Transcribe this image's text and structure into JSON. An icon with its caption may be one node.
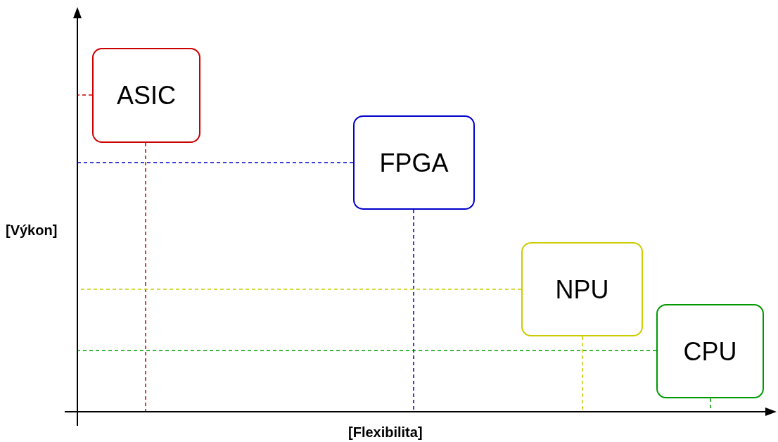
{
  "diagram": {
    "nodes": [
      {
        "text": [
          "ASIC"
        ]
      },
      {
        "text": [
          "FPGA"
        ]
      },
      {
        "text": [
          "NPU"
        ]
      },
      {
        "text": [
          "CPU"
        ]
      }
    ],
    "edges": [
      {
        "from": 0,
        "to": null,
        "arrow": "none",
        "style": "dashed",
        "color": "#cc0000"
      },
      {
        "from": 0,
        "to": null,
        "arrow": "none",
        "style": "dashed",
        "color": "#cc0000"
      },
      {
        "from": 1,
        "to": null,
        "arrow": "none",
        "style": "dashed",
        "color": "#0000cc"
      },
      {
        "from": 1,
        "to": null,
        "arrow": "none",
        "style": "dashed",
        "color": "#0000cc"
      },
      {
        "from": 2,
        "to": null,
        "arrow": "none",
        "style": "dashed",
        "color": "#cccc00"
      },
      {
        "from": 2,
        "to": null,
        "arrow": "none",
        "style": "dashed",
        "color": "#cccc00"
      },
      {
        "from": 3,
        "to": null,
        "arrow": "none",
        "style": "dashed",
        "color": "#009900"
      },
      {
        "from": 3,
        "to": null,
        "arrow": "none",
        "style": "dashed",
        "color": "#009900"
      }
    ],
    "labels": [
      "[Výkon]",
      "[Flexibilita]"
    ]
  }
}
